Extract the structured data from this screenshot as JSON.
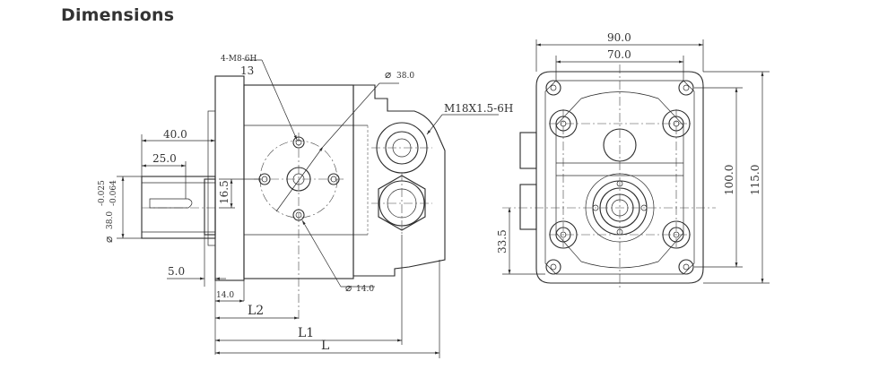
{
  "heading": "Dimensions",
  "side_view": {
    "thread_callout": "4-M8-6H",
    "thread_depth": "13",
    "pitch_circle": "38.0",
    "port_thread": "M18X1.5-6H",
    "shaft_length": "40.0",
    "key_length": "25.0",
    "shaft_offset": "16.5",
    "shaft_diameter": "38.0",
    "tol_upper": "-0.025",
    "tol_lower": "-0.064",
    "shaft_step": "5.0",
    "flange_thickness": "14.0",
    "small_hole": "14.0",
    "label_l2": "L2",
    "label_l1": "L1",
    "label_l": "L"
  },
  "front_view": {
    "outer_width": "90.0",
    "inner_width": "70.0",
    "inner_height": "100.0",
    "outer_height": "115.0",
    "center_height": "33.5"
  }
}
